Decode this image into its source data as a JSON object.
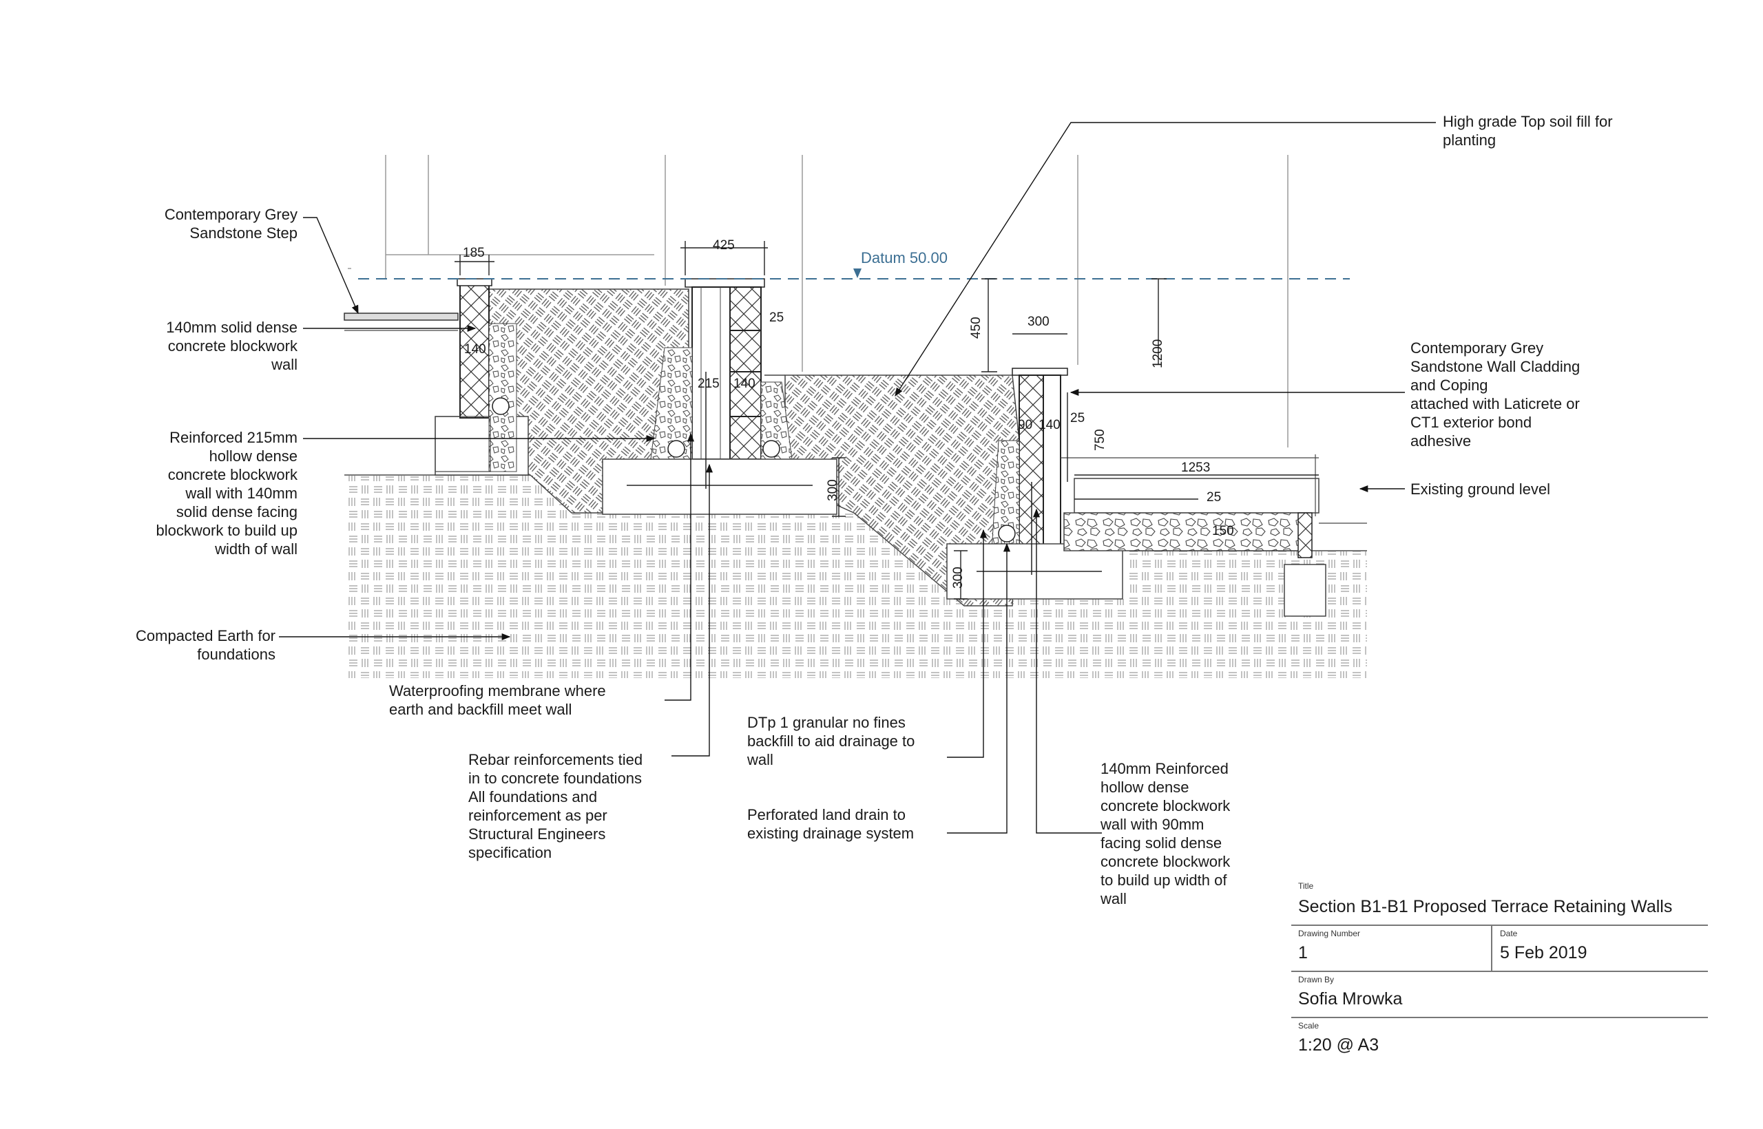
{
  "datum": {
    "label": "Datum 50.00",
    "color": "#3c6f93"
  },
  "callouts": {
    "step": "Contemporary Grey\nSandstone Step",
    "solid_wall": "140mm solid dense\nconcrete blockwork\nwall",
    "hollow_wall": "Reinforced 215mm\nhollow dense\nconcrete blockwork\nwall with 140mm\nsolid dense facing\nblockwork to build up\nwidth of wall",
    "compacted": "Compacted Earth for\nfoundations",
    "membrane": "Waterproofing membrane where\nearth and backfill meet wall",
    "rebar": "Rebar reinforcements tied\nin to concrete foundations\nAll foundations and\nreinforcement as per\nStructural Engineers\nspecification",
    "dtp": "DTp 1 granular no fines\nbackfill to aid drainage to\nwall",
    "drain": "Perforated land drain to\nexisting drainage system",
    "reinforced140": "140mm Reinforced\nhollow dense\nconcrete blockwork\nwall with 90mm\nfacing solid dense\nconcrete blockwork\nto build up width of\nwall",
    "topsoil": "High grade Top soil fill for\nplanting",
    "cladding": "Contemporary Grey\nSandstone Wall Cladding\nand Coping\nattached with Laticrete or\nCT1 exterior bond\nadhesive",
    "ground": "Existing ground level"
  },
  "dimensions": {
    "d185": "185",
    "d425": "425",
    "d25a": "25",
    "d140a": "140",
    "d215": "215",
    "d140b": "140",
    "d300a": "300",
    "d450": "450",
    "d300w": "300",
    "d1200": "1200",
    "d90": "90",
    "d140c": "140",
    "d25b": "25",
    "d750": "750",
    "d1253": "1253",
    "d25c": "25",
    "d150": "150",
    "d300b": "300"
  },
  "title_block": {
    "title_caption": "Title",
    "title": "Section B1-B1 Proposed Terrace Retaining Walls",
    "number_caption": "Drawing Number",
    "number": "1",
    "date_caption": "Date",
    "date": "5 Feb 2019",
    "drawn_caption": "Drawn By",
    "drawn": "Sofia Mrowka",
    "scale_caption": "Scale",
    "scale": "1:20 @ A3"
  }
}
